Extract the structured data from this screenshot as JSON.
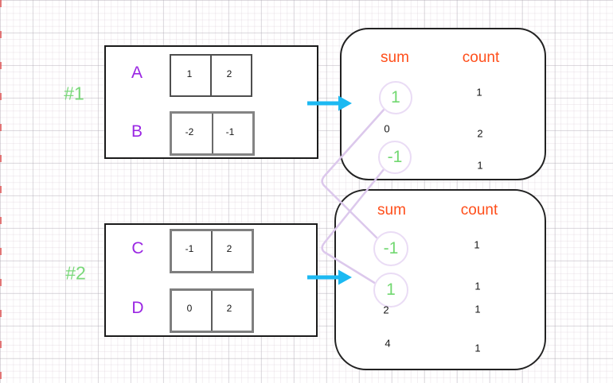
{
  "palette": {
    "purple_letter": "#9a26e3",
    "green_label": "#79d879",
    "green_sum": "#72d871",
    "orange_header": "#ff4e1a",
    "cyan_arrow": "#1cb9f2",
    "lavender_connector": "#dcc8ec",
    "circle_stroke": "#eadcf5",
    "left_margin_marks": "#e05a5a"
  },
  "groups": [
    {
      "label": "#1",
      "arrays": [
        {
          "name": "A",
          "cells": [
            "1",
            "2"
          ]
        },
        {
          "name": "B",
          "cells": [
            "-2",
            "-1"
          ]
        }
      ],
      "table": {
        "sum_header": "sum",
        "count_header": "count",
        "rows": [
          {
            "sum": "1",
            "count": "1",
            "circled": true
          },
          {
            "sum": "0",
            "count": "2",
            "circled": false
          },
          {
            "sum": "-1",
            "count": "1",
            "circled": true
          }
        ]
      }
    },
    {
      "label": "#2",
      "arrays": [
        {
          "name": "C",
          "cells": [
            "-1",
            "2"
          ]
        },
        {
          "name": "D",
          "cells": [
            "0",
            "2"
          ]
        }
      ],
      "table": {
        "sum_header": "sum",
        "count_header": "count",
        "rows": [
          {
            "sum": "-1",
            "count": "1",
            "circled": true
          },
          {
            "sum": "1",
            "count": "1",
            "circled": true
          },
          {
            "sum": "2",
            "count": "1",
            "circled": false
          },
          {
            "sum": "4",
            "count": "1",
            "circled": false
          }
        ]
      }
    }
  ],
  "connections": [
    {
      "from_group": "#1",
      "from_sum": "1",
      "to_group": "#2",
      "to_sum": "-1"
    },
    {
      "from_group": "#1",
      "from_sum": "-1",
      "to_group": "#2",
      "to_sum": "1"
    }
  ]
}
